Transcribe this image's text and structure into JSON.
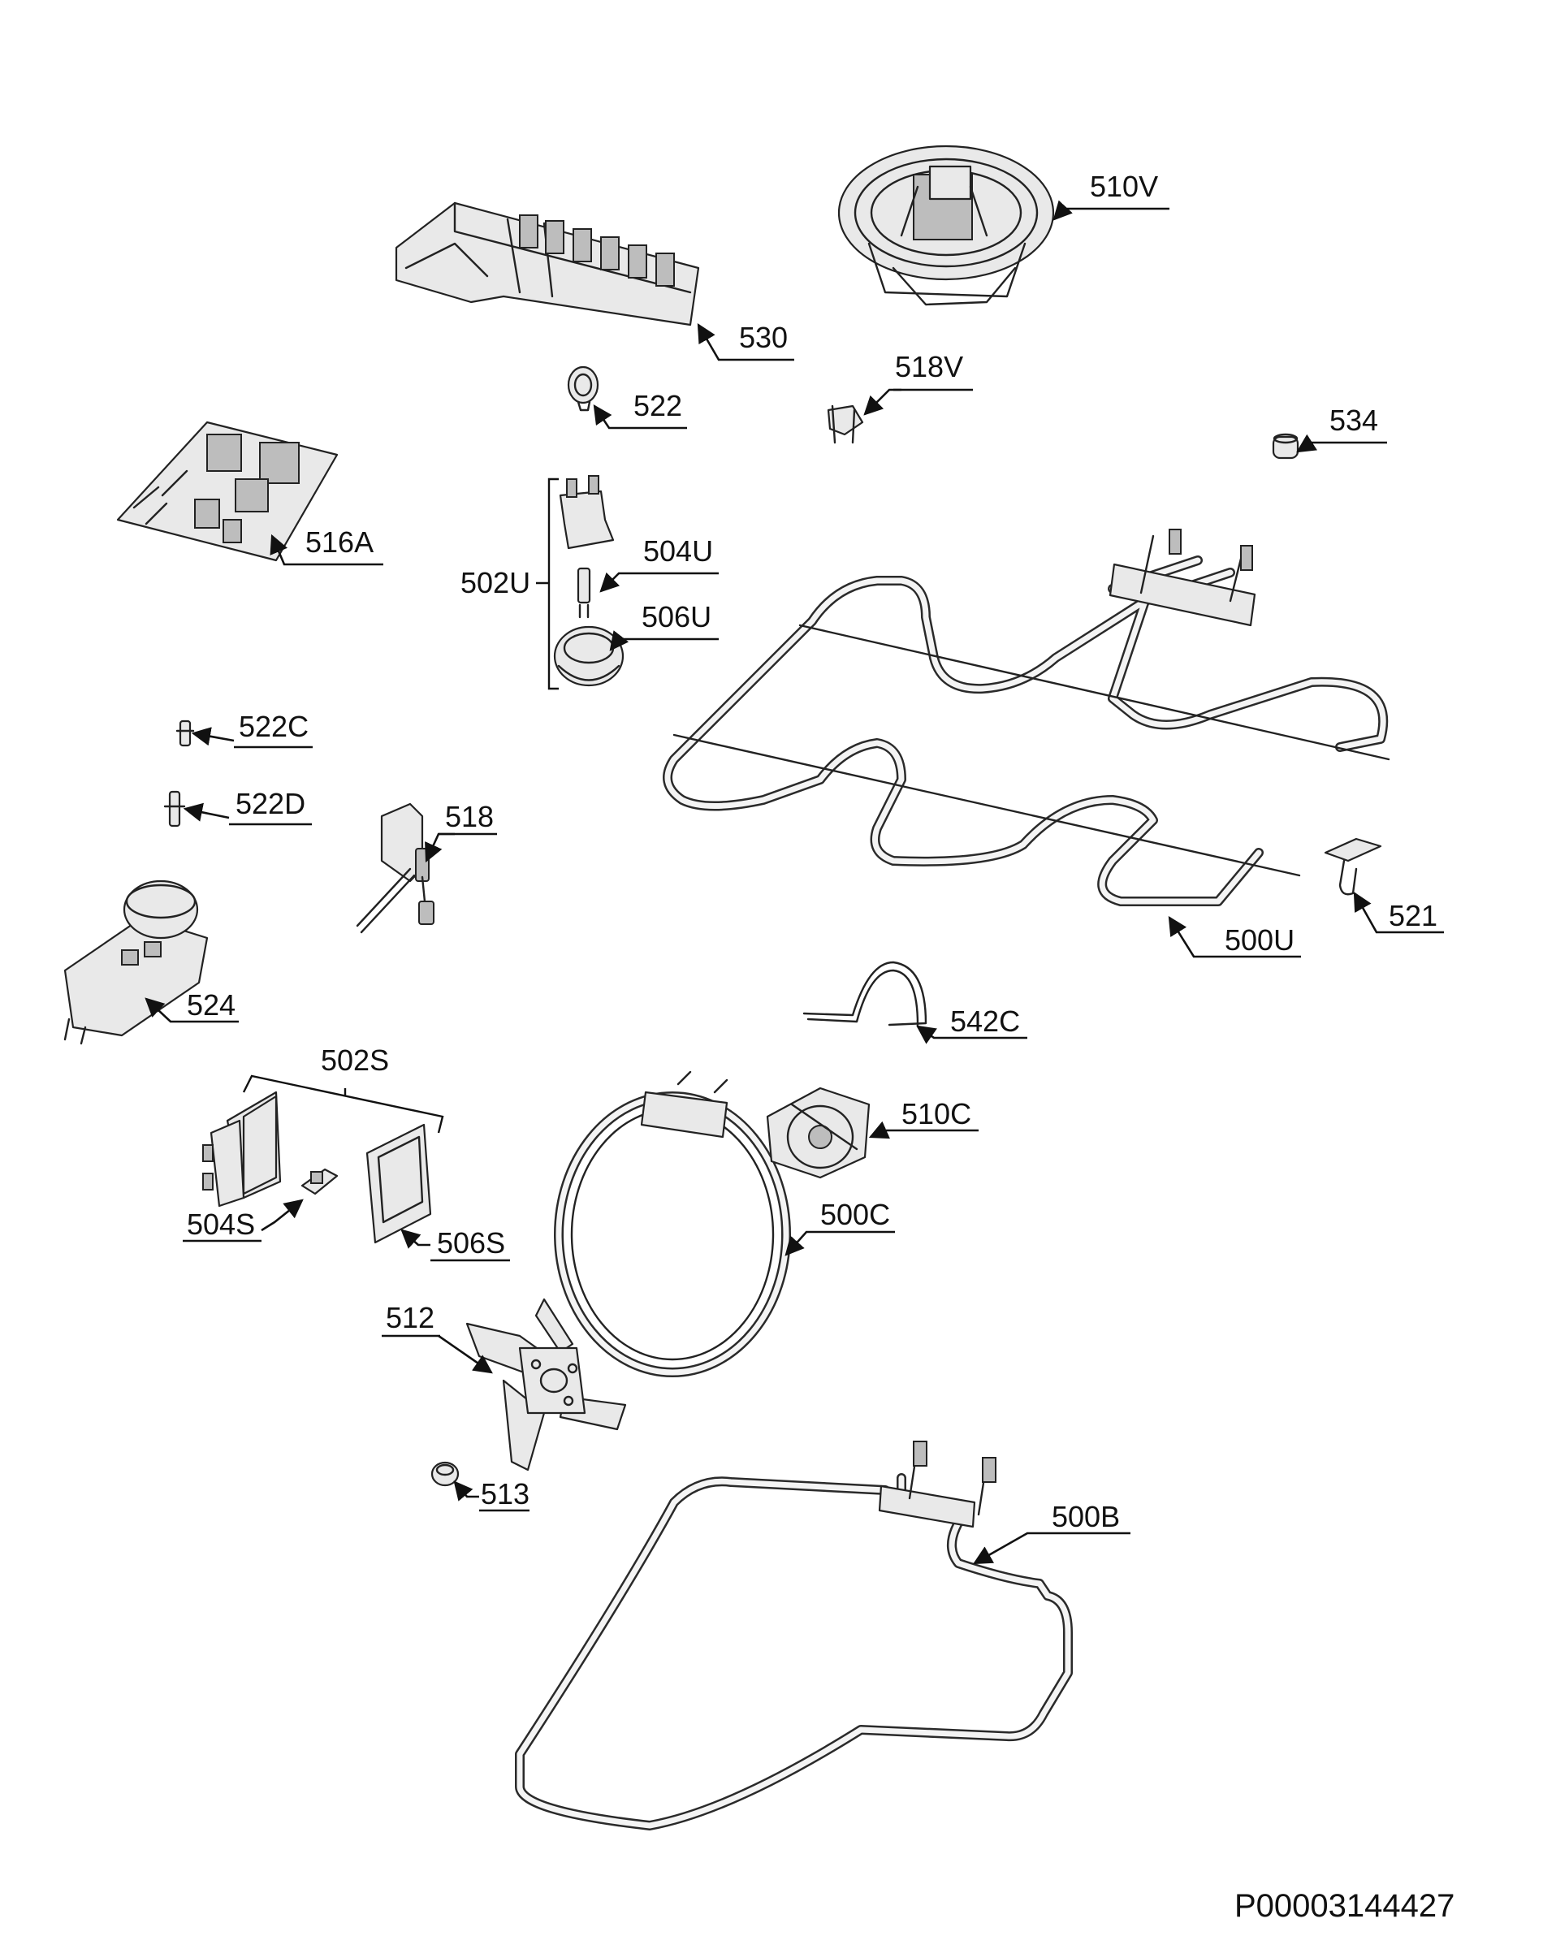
{
  "diagram": {
    "document_code": "P00003144427",
    "callouts": [
      {
        "id": "510V",
        "label": "510V"
      },
      {
        "id": "530",
        "label": "530"
      },
      {
        "id": "522",
        "label": "522"
      },
      {
        "id": "518V",
        "label": "518V"
      },
      {
        "id": "534",
        "label": "534"
      },
      {
        "id": "516A",
        "label": "516A"
      },
      {
        "id": "502U",
        "label": "502U"
      },
      {
        "id": "504U",
        "label": "504U"
      },
      {
        "id": "506U",
        "label": "506U"
      },
      {
        "id": "522C",
        "label": "522C"
      },
      {
        "id": "522D",
        "label": "522D"
      },
      {
        "id": "518",
        "label": "518"
      },
      {
        "id": "521",
        "label": "521"
      },
      {
        "id": "500U",
        "label": "500U"
      },
      {
        "id": "524",
        "label": "524"
      },
      {
        "id": "542C",
        "label": "542C"
      },
      {
        "id": "502S",
        "label": "502S"
      },
      {
        "id": "510C",
        "label": "510C"
      },
      {
        "id": "500C",
        "label": "500C"
      },
      {
        "id": "504S",
        "label": "504S"
      },
      {
        "id": "506S",
        "label": "506S"
      },
      {
        "id": "512",
        "label": "512"
      },
      {
        "id": "513",
        "label": "513"
      },
      {
        "id": "500B",
        "label": "500B"
      }
    ]
  }
}
